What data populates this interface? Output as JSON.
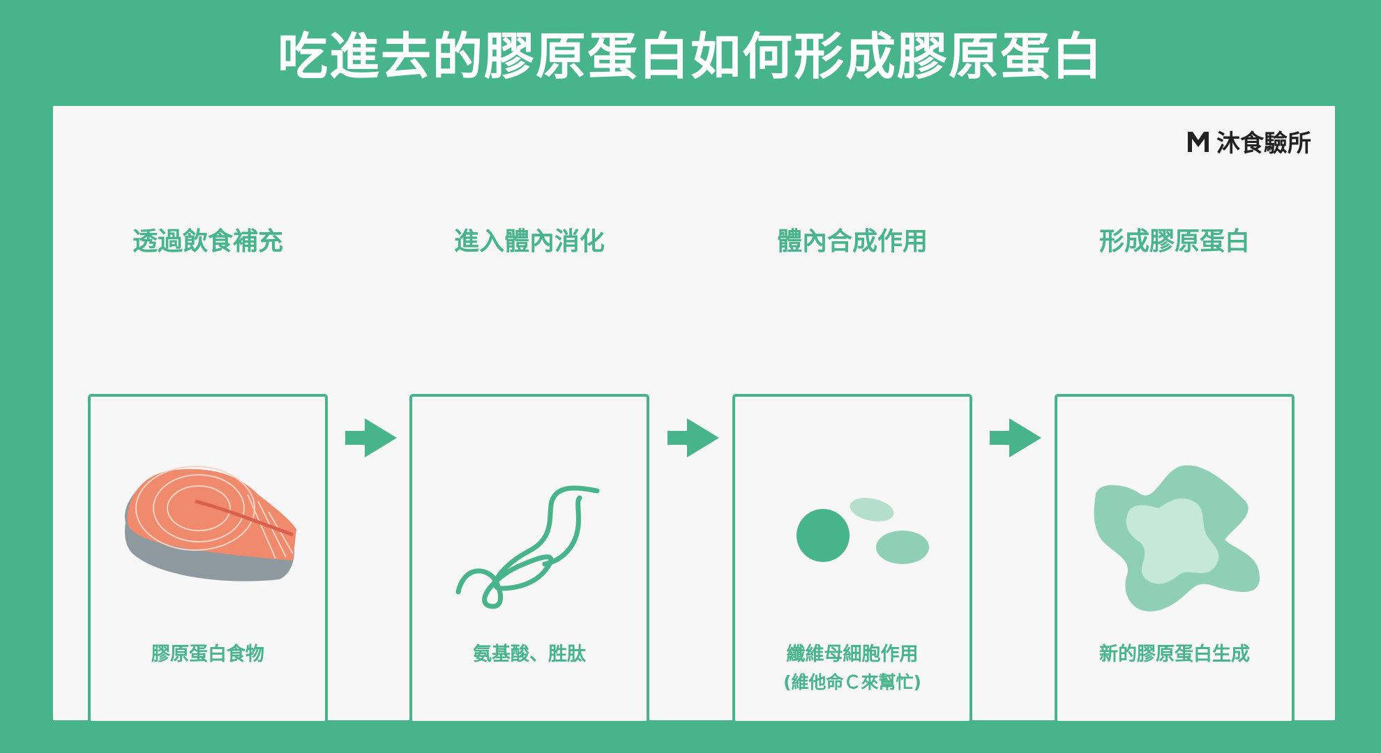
{
  "title": "吃進去的膠原蛋白如何形成膠原蛋白",
  "logo": {
    "mark": "M",
    "text": "沐食驗所"
  },
  "colors": {
    "accent": "#47b48b",
    "salmon": "#f08a6c",
    "skin": "#8e9aa0"
  },
  "steps": [
    {
      "title": "透過飲食補充",
      "caption": "膠原蛋白食物",
      "icon": "salmon-steak"
    },
    {
      "title": "進入體內消化",
      "caption": "氨基酸、胜肽",
      "icon": "peptide-strand"
    },
    {
      "title": "體內合成作用",
      "caption": "纖維母細胞作用",
      "subcaption": "(維他命Ｃ來幫忙)",
      "icon": "cells"
    },
    {
      "title": "形成膠原蛋白",
      "caption": "新的膠原蛋白生成",
      "icon": "collagen-blob"
    }
  ]
}
